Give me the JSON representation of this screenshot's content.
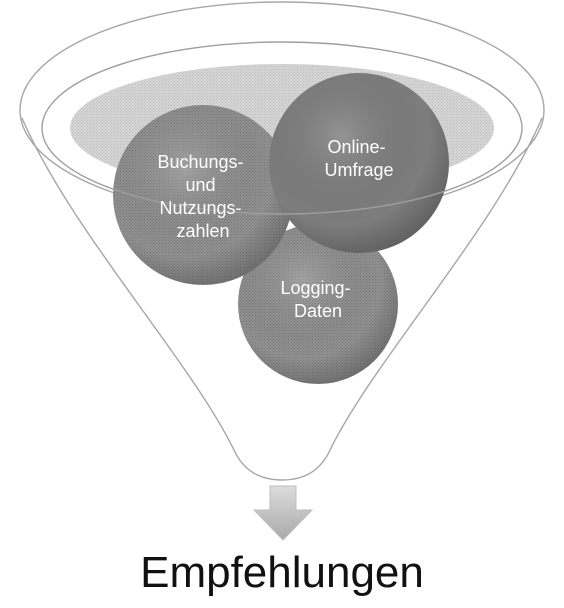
{
  "funnel": {
    "inputs": [
      {
        "key": "buchungen",
        "lines": [
          "Buchungs-",
          "und",
          "Nutzungs-",
          "zahlen"
        ]
      },
      {
        "key": "umfrage",
        "lines": [
          "Online-",
          "Umfrage"
        ]
      },
      {
        "key": "logging",
        "lines": [
          "Logging-",
          "Daten"
        ]
      }
    ]
  },
  "result": {
    "label": "Empfehlungen"
  },
  "colors": {
    "funnel_outline": "#a6a6a6",
    "inner_disc": "#d4d4d4",
    "circle_fill": "#8f8f8f",
    "circle_dark": "#7a7a7a",
    "arrow_fill": "#c4c4c4",
    "text_dark": "#111111"
  }
}
